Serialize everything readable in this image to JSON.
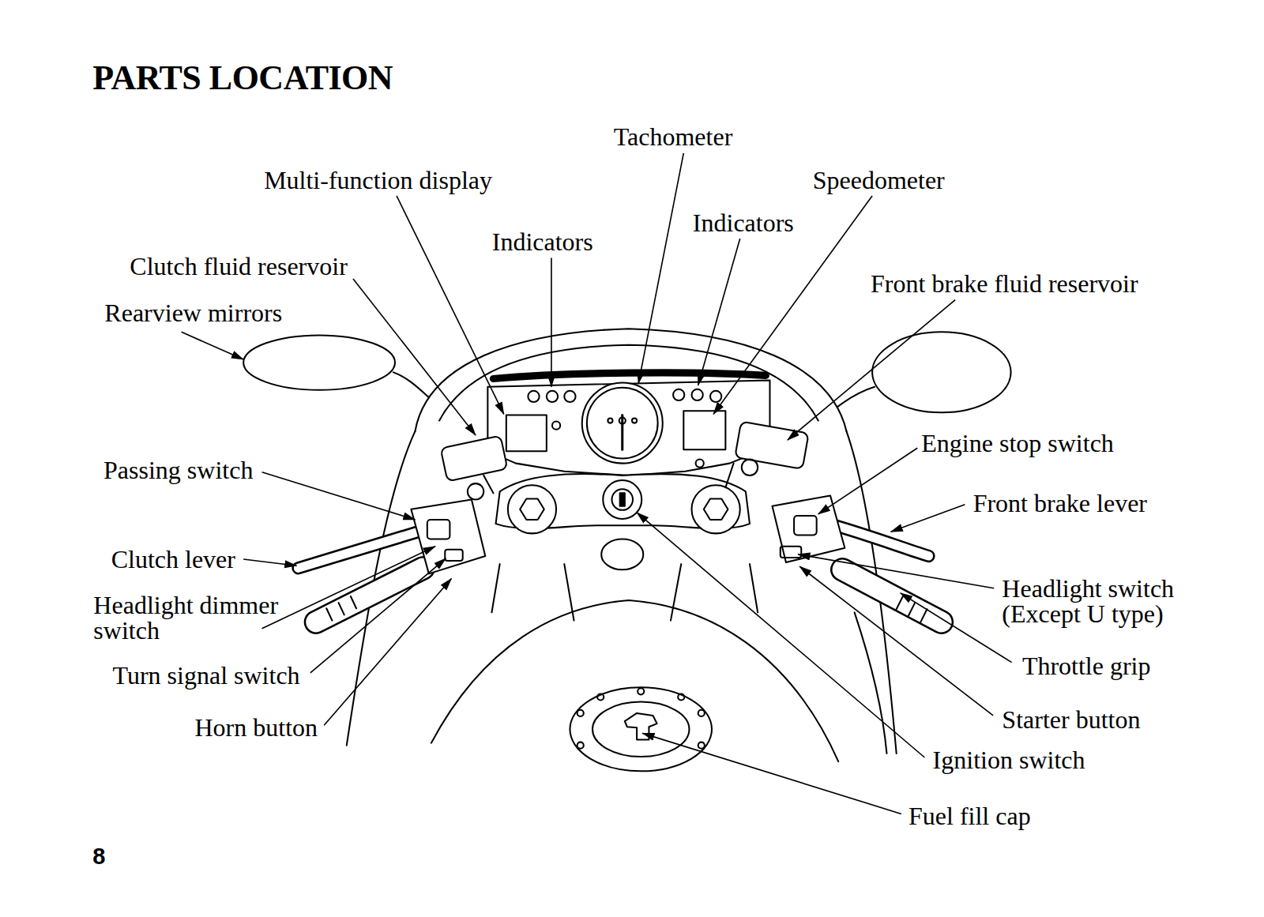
{
  "diagram": {
    "title": "PARTS LOCATION",
    "labels": [
      "Tachometer",
      "Multi-function display",
      "Indicators",
      "Indicators",
      "Speedometer",
      "Clutch fluid reservoir",
      "Front brake fluid reservoir",
      "Rearview mirrors",
      "Passing switch",
      "Engine stop switch",
      "Front brake lever",
      "Clutch lever",
      "Headlight dimmer switch",
      "Headlight switch (Except U type)",
      "Turn signal switch",
      "Throttle grip",
      "Horn button",
      "Starter button",
      "Ignition switch",
      "Fuel fill cap",
      "8"
    ]
  }
}
